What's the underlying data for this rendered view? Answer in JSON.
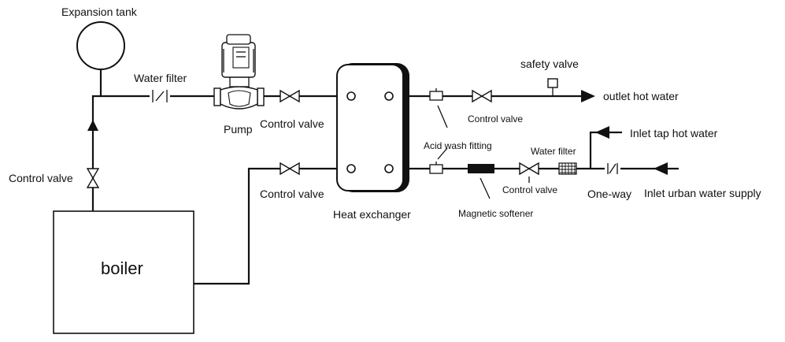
{
  "labels": {
    "expansion_tank": "Expansion tank",
    "water_filter_top": "Water filter",
    "pump": "Pump",
    "control_valve_top": "Control valve",
    "control_valve_left": "Control valve",
    "control_valve_bottom": "Control valve",
    "boiler": "boiler",
    "heat_exchanger": "Heat exchanger",
    "safety_valve": "safety valve",
    "outlet_hot_water": "outlet hot water",
    "control_valve_right_top": "Control valve",
    "acid_wash_fitting": "Acid wash fitting",
    "water_filter_right": "Water filter",
    "inlet_tap_hot_water": "Inlet tap hot water",
    "control_valve_right_bottom": "Control valve",
    "magnetic_softener": "Magnetic softener",
    "one_way": "One-way",
    "inlet_urban_water_supply": "Inlet urban water supply"
  }
}
